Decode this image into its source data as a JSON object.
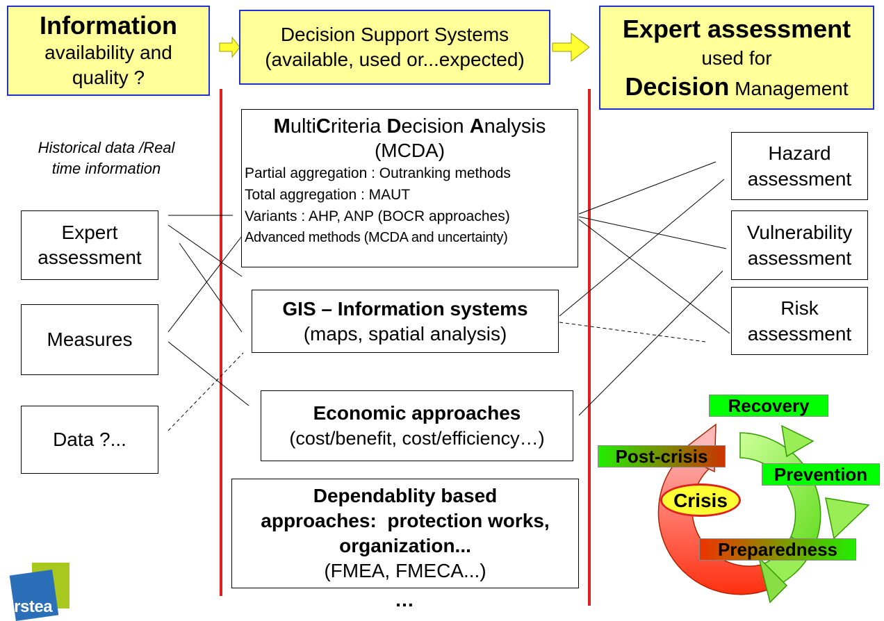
{
  "top": {
    "information": {
      "line1": "Information",
      "line2": "availability and",
      "line3": "quality ?"
    },
    "dss": {
      "line1": "Decision Support Systems",
      "line2": "(available, used or...expected)"
    },
    "expert": {
      "line1": "Expert assessment",
      "line2": "used for",
      "line3_bold": "Decision",
      "line3_rest": " Management"
    }
  },
  "left": {
    "note_line1": "Historical data /Real",
    "note_line2": "time information",
    "expert_assessment_1": "Expert",
    "expert_assessment_2": "assessment",
    "measures": "Measures",
    "data": "Data ?..."
  },
  "center": {
    "mcda": {
      "title_parts": [
        "M",
        "ulti",
        "C",
        "riteria ",
        "D",
        "ecision ",
        "A",
        "nalysis"
      ],
      "subtitle": "(MCDA)",
      "items": [
        "Partial aggregation : Outranking methods",
        "Total aggregation : MAUT",
        "Variants : AHP, ANP (BOCR approaches)",
        "Advanced methods (MCDA and uncertainty)"
      ]
    },
    "gis": {
      "title": "GIS – Information systems",
      "subtitle": "(maps, spatial analysis)"
    },
    "economic": {
      "title": "Economic approaches",
      "subtitle": "(cost/benefit, cost/efficiency…)"
    },
    "dependability": {
      "line1": "Dependablity based",
      "line2": "approaches:  protection works,",
      "line3": "organization...",
      "line4": "(FMEA, FMECA...)"
    },
    "ellipsis": "…"
  },
  "right": {
    "hazard_1": "Hazard",
    "hazard_2": "assessment",
    "vulnerability_1": "Vulnerability",
    "vulnerability_2": "assessment",
    "risk_1": "Risk",
    "risk_2": "assessment"
  },
  "cycle": {
    "recovery": "Recovery",
    "post_crisis": "Post-crisis",
    "prevention": "Prevention",
    "crisis": "Crisis",
    "preparedness": "Preparedness"
  },
  "logo": {
    "text": "irstea"
  },
  "colors": {
    "box_fill": "#ffff99",
    "box_border": "#1f2fd0",
    "divider": "#e02020",
    "label_green": "#00ff00"
  }
}
